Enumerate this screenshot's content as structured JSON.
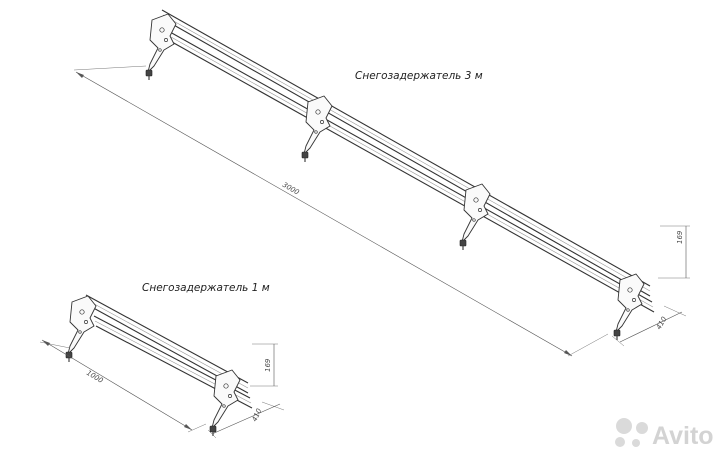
{
  "large_assembly": {
    "title": "Снегозадержатель 3 м",
    "length_dim": "3000",
    "height_dim": "169",
    "depth_dim": "410"
  },
  "small_assembly": {
    "title": "Снегозадержатель 1 м",
    "length_dim": "1000",
    "height_dim": "169",
    "depth_dim": "410"
  },
  "watermark": {
    "text": "Avito"
  }
}
